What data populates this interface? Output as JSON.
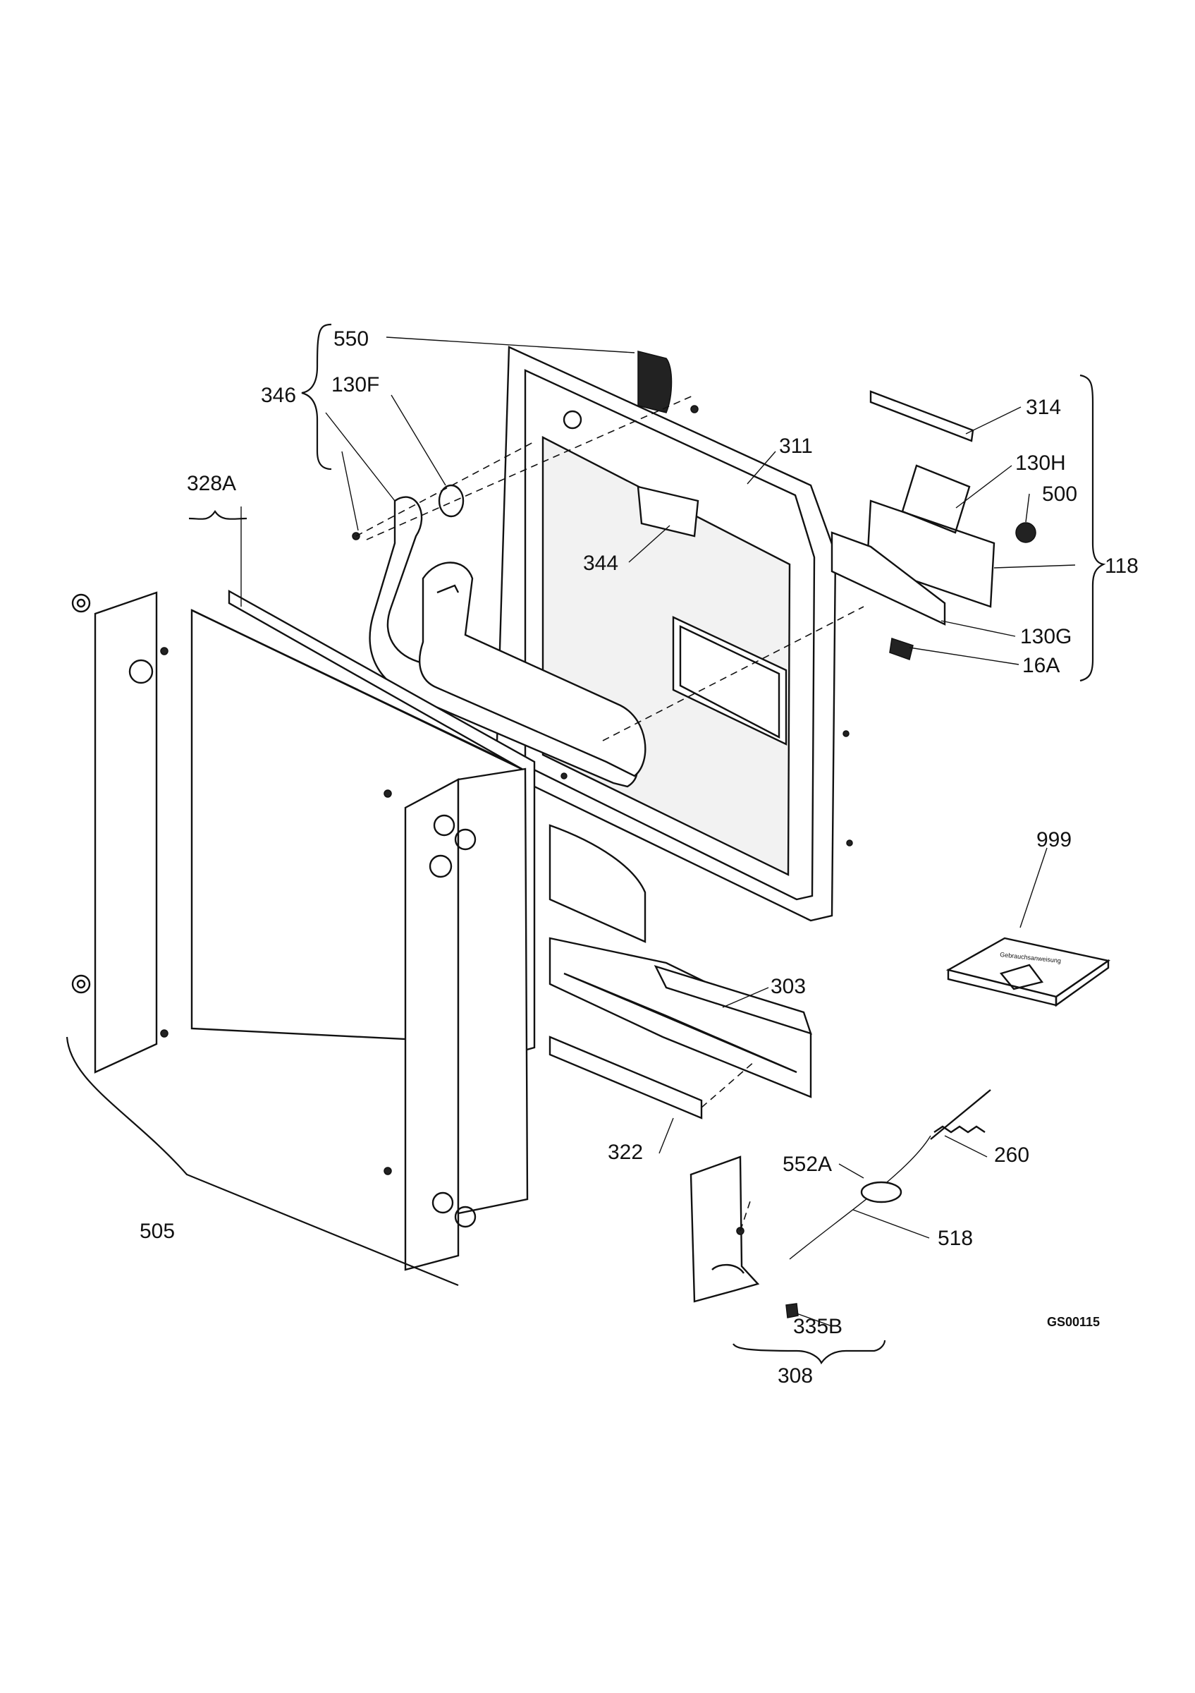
{
  "diagram": {
    "drawing_code": "GS00115",
    "manual_text": "Gebrauchsanweisung",
    "labels": {
      "l550": "550",
      "l346": "346",
      "l130F": "130F",
      "l328A": "328A",
      "l311": "311",
      "l314": "314",
      "l130H": "130H",
      "l500": "500",
      "l118": "118",
      "l344": "344",
      "l130G": "130G",
      "l16A": "16A",
      "l999": "999",
      "l303": "303",
      "l322": "322",
      "l552A": "552A",
      "l260": "260",
      "l518": "518",
      "l505": "505",
      "l335B": "335B",
      "l308": "308"
    }
  }
}
